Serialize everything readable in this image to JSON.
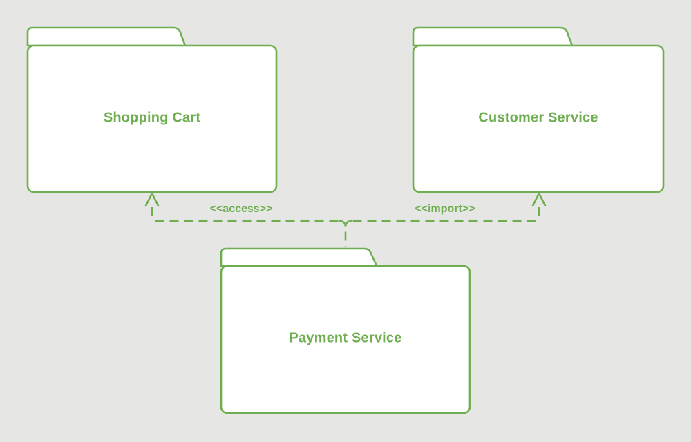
{
  "colors": {
    "accent": "#6fae50",
    "background": "#e6e6e4",
    "shape_fill": "#ffffff"
  },
  "packages": [
    {
      "id": "shopping-cart",
      "label": "Shopping Cart"
    },
    {
      "id": "customer-service",
      "label": "Customer Service"
    },
    {
      "id": "payment-service",
      "label": "Payment Service"
    }
  ],
  "dependencies": [
    {
      "from": "payment-service",
      "to": "shopping-cart",
      "stereotype": "<<access>>",
      "line_style": "dashed",
      "arrow": "open"
    },
    {
      "from": "payment-service",
      "to": "customer-service",
      "stereotype": "<<import>>",
      "line_style": "dashed",
      "arrow": "open"
    }
  ]
}
